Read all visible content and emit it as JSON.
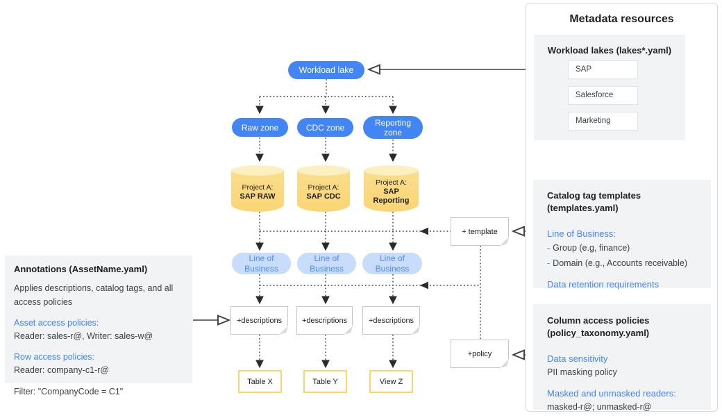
{
  "diagram": {
    "workload_lake_label": "Workload lake",
    "zones": [
      "Raw zone",
      "CDC zone",
      "Reporting zone"
    ],
    "projects": [
      {
        "prefix": "Project A:",
        "name": "SAP RAW"
      },
      {
        "prefix": "Project A:",
        "name": "SAP CDC"
      },
      {
        "prefix": "Project A:",
        "name": "SAP Reporting"
      }
    ],
    "lob_label": "Line of Business",
    "descriptions_label": "+descriptions",
    "template_label": "+ template",
    "policy_label": "+policy",
    "tables": [
      "Table X",
      "Table Y",
      "View Z"
    ]
  },
  "annotations_panel": {
    "title": "Annotations (AssetName.yaml)",
    "description": "Applies descriptions, catalog tags, and all access policies",
    "asset_heading": "Asset access policies:",
    "asset_value": "Reader: sales-r@, Writer: sales-w@",
    "row_heading": "Row access policies:",
    "row_value": "Reader: company-c1-r@",
    "filter_value": "Filter: \"CompanyCode = C1\""
  },
  "metadata_panel": {
    "title": "Metadata resources",
    "workload_lakes": {
      "title": "Workload lakes (lakes*.yaml)",
      "items": [
        "SAP",
        "Salesforce",
        "Marketing"
      ]
    },
    "catalog_templates": {
      "title_line1": "Catalog tag templates",
      "title_line2": "(templates.yaml)",
      "lob_heading": "Line of Business:",
      "items": [
        {
          "bullet": "-",
          "text": "Group (e.g, finance)"
        },
        {
          "bullet": "-",
          "text": "Domain (e.g., Accounts receivable)"
        }
      ],
      "retention_heading": "Data retention requirements"
    },
    "column_policies": {
      "title_line1": "Column access policies",
      "title_line2": "(policy_taxonomy.yaml)",
      "sensitivity_heading": "Data sensitivity",
      "sensitivity_value": "PII masking policy",
      "readers_heading": "Masked and unmasked readers:",
      "readers_value": "masked-r@; unmasked-r@"
    }
  },
  "colors": {
    "primary_blue": "#4285F4",
    "light_blue_fill": "#C8DCFB",
    "light_blue_text": "#4D8DF6",
    "cylinder_yellow": "#F9D574",
    "cylinder_top_yellow": "#FCEFC0",
    "table_border_yellow": "#FBD666",
    "panel_gray": "#F1F3F4",
    "link_blue": "#4285F4"
  }
}
